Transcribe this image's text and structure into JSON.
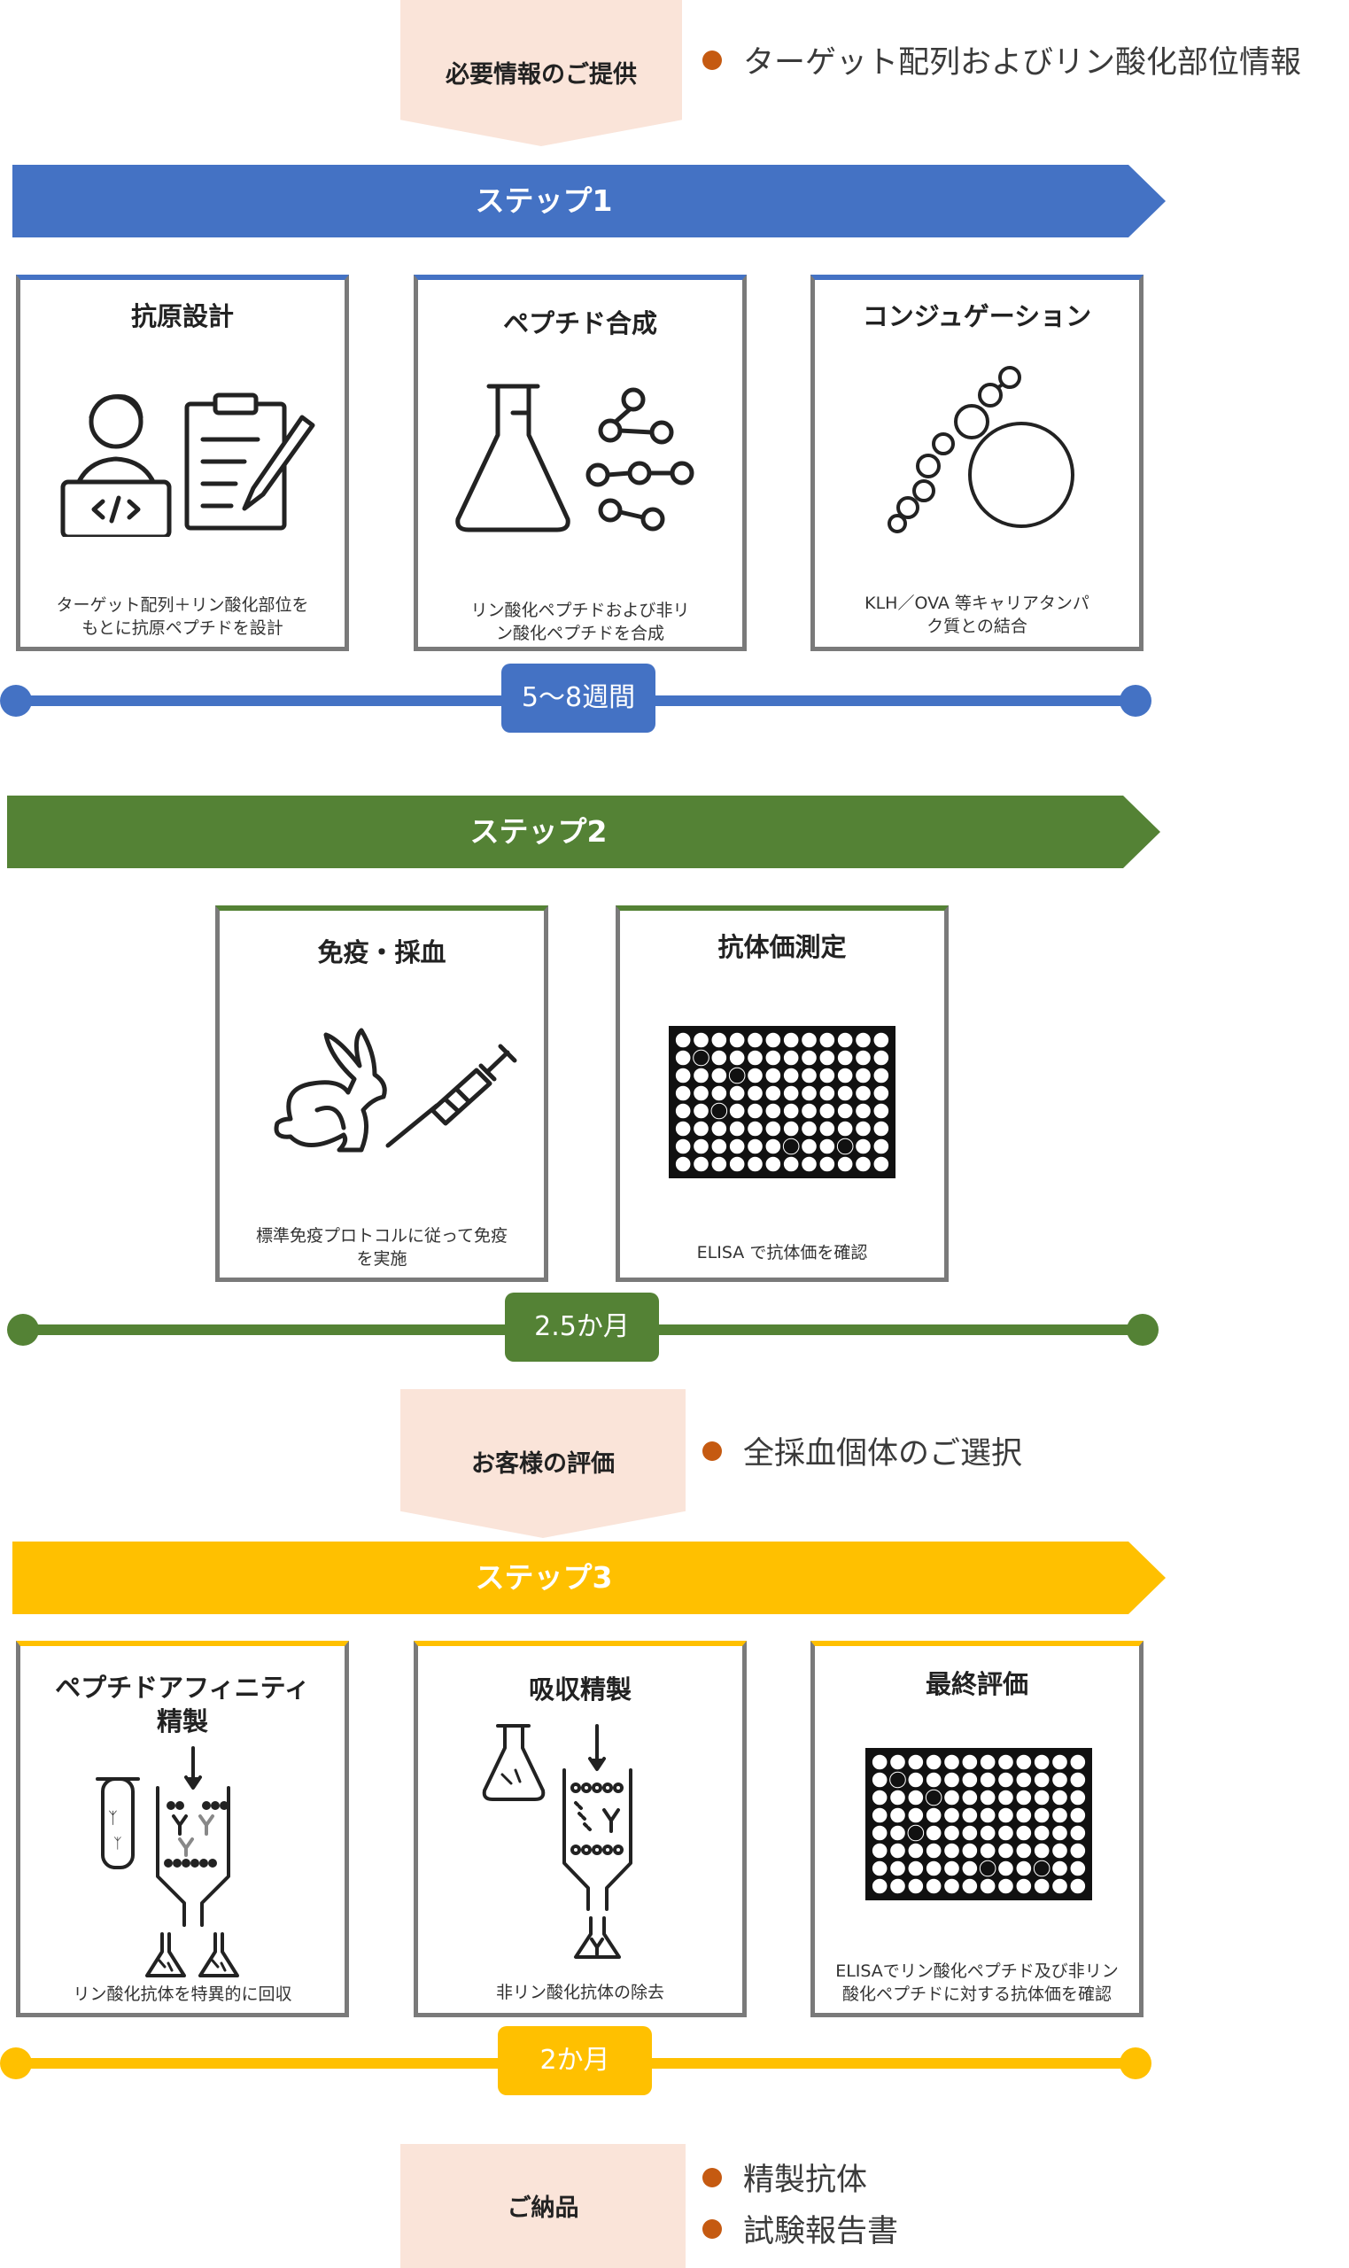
{
  "colors": {
    "step1": "#4472c4",
    "step2": "#548235",
    "step3": "#ffc000",
    "pentagon": "#fae4d9",
    "bullet": "#c55a11",
    "card_border": "#7a7a7a"
  },
  "provide": {
    "label": "必要情報のご提供",
    "notes": [
      "ターゲット配列およびリン酸化部位情報"
    ]
  },
  "step1": {
    "title": "ステップ1",
    "duration": "5〜8週間",
    "cards": [
      {
        "title": "抗原設計",
        "icon": "designer-icon",
        "desc": [
          "ターゲット配列＋リン酸化部位を",
          "もとに抗原ペプチドを設計"
        ]
      },
      {
        "title": "ペプチド合成",
        "icon": "flask-molecule-icon",
        "desc": [
          "リン酸化ペプチドおよび非リ",
          "ン酸化ペプチドを合成"
        ]
      },
      {
        "title": "コンジュゲーション",
        "icon": "conjugation-icon",
        "desc": [
          "KLH／OVA 等キャリアタンパ",
          "ク質との結合"
        ]
      }
    ]
  },
  "step2": {
    "title": "ステップ2",
    "duration": "2.5か月",
    "cards": [
      {
        "title": "免疫・採血",
        "icon": "rabbit-syringe-icon",
        "desc": [
          "標準免疫プロトコルに従って免疫",
          "を実施"
        ]
      },
      {
        "title": "抗体価測定",
        "icon": "elisa-plate-icon",
        "desc": [
          "ELISA で抗体価を確認"
        ]
      }
    ]
  },
  "evaluation": {
    "label": "お客様の評価",
    "notes": [
      "全採血個体のご選択"
    ]
  },
  "step3": {
    "title": "ステップ3",
    "duration": "2か月",
    "cards": [
      {
        "title_lines": [
          "ペプチドアフィニティ",
          "精製"
        ],
        "icon": "affinity-column-icon",
        "desc": [
          "リン酸化抗体を特異的に回収"
        ]
      },
      {
        "title_lines": [
          "吸収精製"
        ],
        "icon": "absorption-column-icon",
        "desc": [
          "非リン酸化抗体の除去"
        ]
      },
      {
        "title_lines": [
          "最終評価"
        ],
        "icon": "elisa-plate-icon",
        "desc": [
          "ELISAでリン酸化ペプチド及び非リン",
          "酸化ペプチドに対する抗体価を確認"
        ]
      }
    ]
  },
  "delivery": {
    "label": "ご納品",
    "notes": [
      "精製抗体",
      "試験報告書"
    ]
  }
}
